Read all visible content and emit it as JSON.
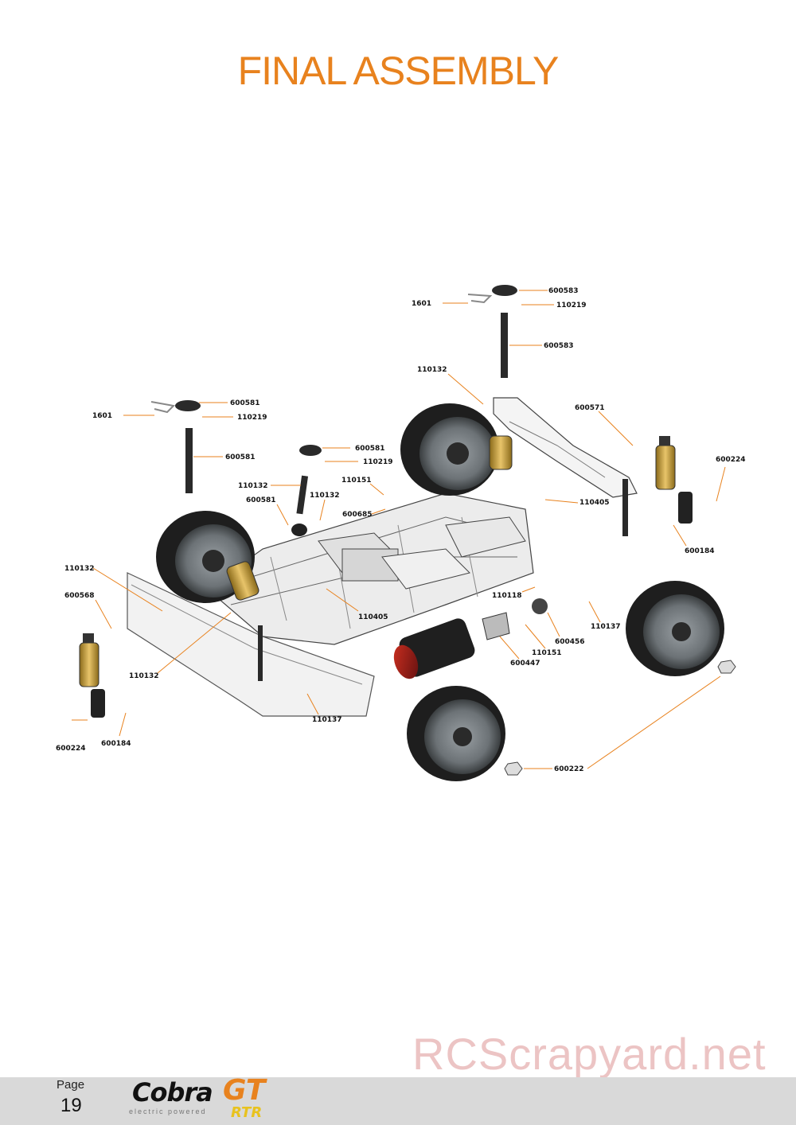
{
  "title": "FINAL ASSEMBLY",
  "watermark": "RCScrapyard.net",
  "footer": {
    "page_word": "Page",
    "page_number": "19",
    "logo_main": "Cobra",
    "logo_gt": "GT",
    "logo_sub": "electric powered",
    "logo_rtr": "RTR"
  },
  "colors": {
    "accent": "#e8821e",
    "footer_bg": "#d9d9d9",
    "watermark": "#ecc4c4"
  },
  "part_labels": [
    {
      "id": "600583-top",
      "text": "600583"
    },
    {
      "id": "1601-right",
      "text": "1601"
    },
    {
      "id": "110219-right",
      "text": "110219"
    },
    {
      "id": "600583-post",
      "text": "600583"
    },
    {
      "id": "110132-top",
      "text": "110132"
    },
    {
      "id": "600581-left",
      "text": "600581"
    },
    {
      "id": "1601-left",
      "text": "1601"
    },
    {
      "id": "110219-left",
      "text": "110219"
    },
    {
      "id": "600571",
      "text": "600571"
    },
    {
      "id": "600581-post-left",
      "text": "600581"
    },
    {
      "id": "600581-mid",
      "text": "600581"
    },
    {
      "id": "110219-mid",
      "text": "110219"
    },
    {
      "id": "600224-right",
      "text": "600224"
    },
    {
      "id": "110132-mid",
      "text": "110132"
    },
    {
      "id": "110151-top",
      "text": "110151"
    },
    {
      "id": "110132-mid2",
      "text": "110132"
    },
    {
      "id": "600581-mount",
      "text": "600581"
    },
    {
      "id": "600685",
      "text": "600685"
    },
    {
      "id": "110405-right",
      "text": "110405"
    },
    {
      "id": "600184-right",
      "text": "600184"
    },
    {
      "id": "110132-left",
      "text": "110132"
    },
    {
      "id": "600568",
      "text": "600568"
    },
    {
      "id": "110118",
      "text": "110118"
    },
    {
      "id": "110405-mid",
      "text": "110405"
    },
    {
      "id": "110137-right",
      "text": "110137"
    },
    {
      "id": "600456",
      "text": "600456"
    },
    {
      "id": "110151-bottom",
      "text": "110151"
    },
    {
      "id": "600447",
      "text": "600447"
    },
    {
      "id": "110132-bottom",
      "text": "110132"
    },
    {
      "id": "110137-bottom",
      "text": "110137"
    },
    {
      "id": "600224-left",
      "text": "600224"
    },
    {
      "id": "600184-left",
      "text": "600184"
    },
    {
      "id": "600222",
      "text": "600222"
    }
  ]
}
